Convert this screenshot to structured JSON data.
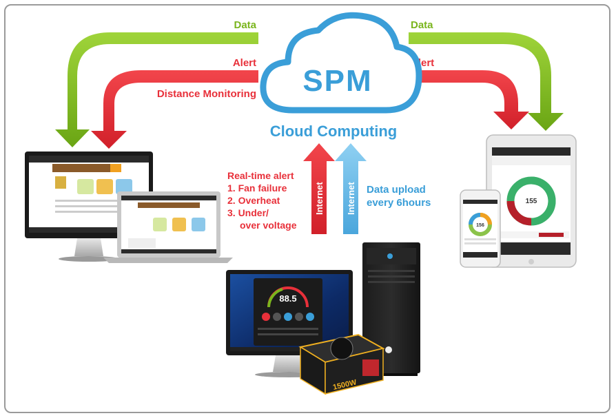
{
  "cloud": {
    "title": "SPM",
    "subtitle": "Cloud Computing"
  },
  "arrows": {
    "data_left": "Data",
    "alert_left": "Alert",
    "distance": "Distance Monitoring",
    "data_right": "Data",
    "alert_right": "Alert",
    "internet_up": "Internet",
    "internet_down": "Internet"
  },
  "realtime": {
    "heading": "Real-time alert",
    "items": [
      "1. Fan failure",
      "2. Overheat",
      "3. Under/",
      "over voltage"
    ]
  },
  "upload": {
    "line1": "Data upload",
    "line2": "every 6hours"
  },
  "devices": {
    "app_reading": "88.5",
    "tablet_reading": "155",
    "phone_reading": "156",
    "psu_label": "1500W"
  },
  "colors": {
    "green": "#7ab51d",
    "red": "#e8303a",
    "blue": "#5fb3e2",
    "cloud_text": "#3a9ed8"
  }
}
